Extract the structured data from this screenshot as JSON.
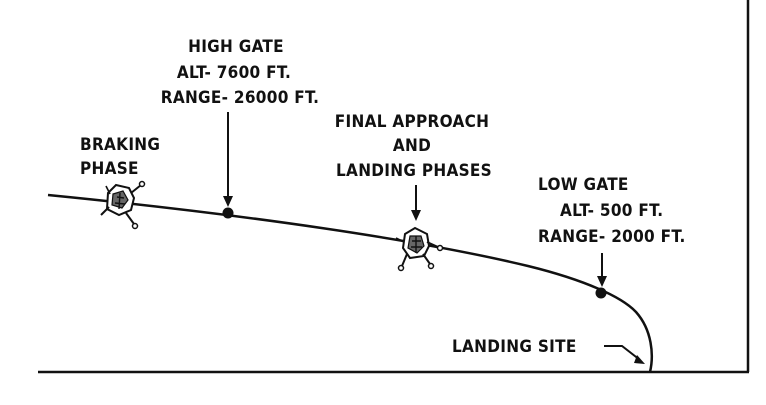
{
  "diagram": {
    "braking_phase": [
      "BRAKING",
      "PHASE"
    ],
    "high_gate": [
      "HIGH GATE",
      "ALT- 7600 FT.",
      "RANGE- 26000 FT."
    ],
    "final_approach": [
      "FINAL APPROACH",
      "AND",
      "LANDING PHASES"
    ],
    "low_gate": [
      "LOW GATE",
      "ALT- 500 FT.",
      "RANGE- 2000 FT."
    ],
    "landing_site": "LANDING SITE"
  },
  "colors": {
    "ink": "#111111",
    "background": "#ffffff"
  },
  "icons": {
    "lunar_module": "lunar-module-icon",
    "arrow": "arrow-down-icon"
  }
}
